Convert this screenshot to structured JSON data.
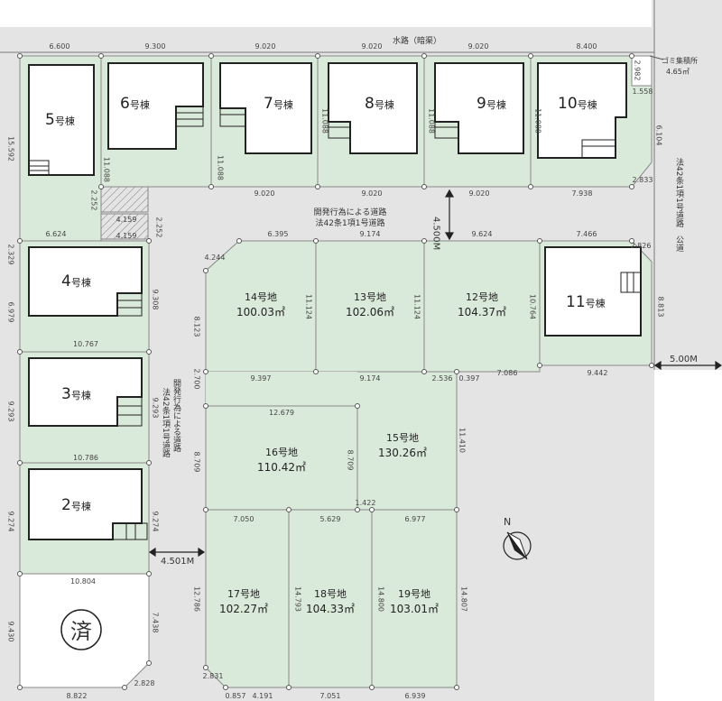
{
  "top_road": "水路（暗渠）",
  "side_road": "法42条1項1号道路　公道",
  "inner_road_top": "開発行為による道路",
  "inner_road_top2": "法42条1項1号道路",
  "inner_road_left": "開発行為による道路",
  "inner_road_left2": "法42条1項1号道路",
  "garbage": "ゴミ集積所",
  "garbage_area": "4.65㎡",
  "road_width_1": "4.500M",
  "road_width_2": "5.00M",
  "road_width_3": "4.501M",
  "sold_mark": "済",
  "compass": "N",
  "buildings": [
    {
      "id": "5",
      "num": "5",
      "suffix": "号棟"
    },
    {
      "id": "6",
      "num": "6",
      "suffix": "号棟"
    },
    {
      "id": "7",
      "num": "7",
      "suffix": "号棟"
    },
    {
      "id": "8",
      "num": "8",
      "suffix": "号棟"
    },
    {
      "id": "9",
      "num": "9",
      "suffix": "号棟"
    },
    {
      "id": "10",
      "num": "10",
      "suffix": "号棟"
    },
    {
      "id": "4",
      "num": "4",
      "suffix": "号棟"
    },
    {
      "id": "3",
      "num": "3",
      "suffix": "号棟"
    },
    {
      "id": "2",
      "num": "2",
      "suffix": "号棟"
    },
    {
      "id": "11",
      "num": "11",
      "suffix": "号棟"
    }
  ],
  "lots": [
    {
      "id": "14",
      "name": "14号地",
      "area": "100.03㎡"
    },
    {
      "id": "13",
      "name": "13号地",
      "area": "102.06㎡"
    },
    {
      "id": "12",
      "name": "12号地",
      "area": "104.37㎡"
    },
    {
      "id": "16",
      "name": "16号地",
      "area": "110.42㎡"
    },
    {
      "id": "15",
      "name": "15号地",
      "area": "130.26㎡"
    },
    {
      "id": "17",
      "name": "17号地",
      "area": "102.27㎡"
    },
    {
      "id": "18",
      "name": "18号地",
      "area": "104.33㎡"
    },
    {
      "id": "19",
      "name": "19号地",
      "area": "103.01㎡"
    }
  ],
  "dims": {
    "d1": "6.600",
    "d2": "9.300",
    "d3": "9.020",
    "d4": "9.020",
    "d5": "9.020",
    "d6": "8.400",
    "d7": "9.020",
    "d8": "9.020",
    "d9": "9.020",
    "d10": "7.938",
    "d11": "2.833",
    "d12": "6.104",
    "d13": "2.982",
    "d14": "1.558",
    "d15": "15.592",
    "d16": "11.088",
    "d17": "11.088",
    "d18": "11.088",
    "d19": "11.088",
    "d20": "11.088",
    "d21": "2.252",
    "d22": "6.624",
    "d23": "4.159",
    "d24": "4.159",
    "d25": "2.252",
    "d26": "2.329",
    "d27": "6.979",
    "d28": "9.308",
    "d29": "10.767",
    "d30": "9.293",
    "d31": "9.293",
    "d32": "10.786",
    "d33": "9.274",
    "d34": "9.274",
    "d35": "10.804",
    "d36": "9.430",
    "d37": "7.438",
    "d38": "2.828",
    "d39": "8.822",
    "d40": "4.244",
    "d41": "6.395",
    "d42": "9.174",
    "d43": "9.624",
    "d44": "7.466",
    "d45": "2.826",
    "d46": "8.123",
    "d47": "11.124",
    "d48": "11.124",
    "d49": "10.764",
    "d50": "8.813",
    "d51": "9.397",
    "d52": "9.174",
    "d53": "2.536",
    "d54": "0.397",
    "d55": "7.086",
    "d56": "9.442",
    "d57": "2.700",
    "d58": "12.679",
    "d59": "8.709",
    "d60": "8.709",
    "d61": "11.410",
    "d62": "1.422",
    "d63": "7.050",
    "d64": "5.629",
    "d65": "6.977",
    "d66": "12.786",
    "d67": "14.793",
    "d68": "14.800",
    "d69": "14.807",
    "d70": "2.831",
    "d71": "0.857",
    "d72": "4.191",
    "d73": "7.051",
    "d74": "6.939"
  },
  "colors": {
    "lot": "#daeada",
    "road": "#e4e4e4",
    "line": "#888888",
    "building": "#222222",
    "sold_lot": "#ffffff"
  }
}
